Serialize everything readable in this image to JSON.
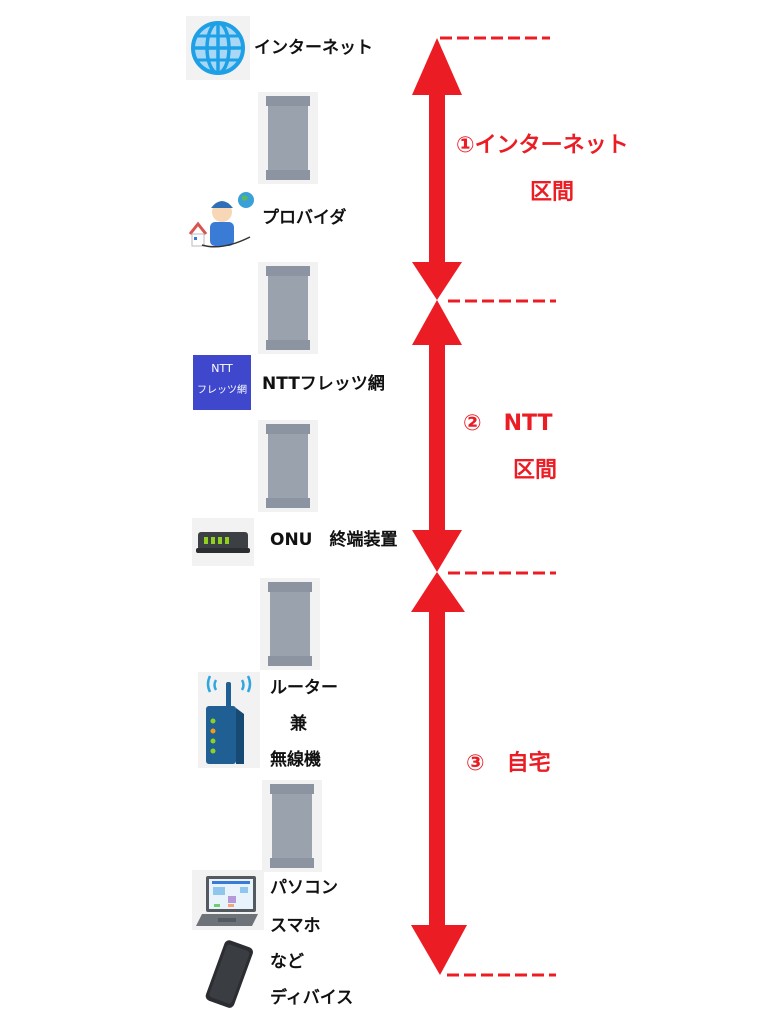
{
  "nodes": [
    {
      "id": "internet",
      "label": "インターネット",
      "icon": "globe-icon"
    },
    {
      "id": "provider",
      "label": "プロバイダ",
      "icon": "provider-worker-icon"
    },
    {
      "id": "ntt",
      "label": "NTTフレッツ網",
      "icon": "ntt-flets-icon",
      "icon_text_line1": "NTT",
      "icon_text_line2": "フレッツ網"
    },
    {
      "id": "onu",
      "label": "ONU　終端装置",
      "icon": "onu-device-icon"
    },
    {
      "id": "router",
      "label_lines": [
        "ルーター",
        "兼",
        "無線機"
      ],
      "icon": "wireless-router-icon"
    },
    {
      "id": "devices",
      "label_lines": [
        "パソコン",
        "スマホ",
        "など",
        "ディバイス"
      ],
      "icons": [
        "laptop-icon",
        "smartphone-icon"
      ]
    }
  ],
  "sections": [
    {
      "id": "internet-section",
      "line1": "①インターネット",
      "line2": "区間"
    },
    {
      "id": "ntt-section",
      "line1": "②　NTT",
      "line2": "区間"
    },
    {
      "id": "home-section",
      "line1": "③　自宅"
    }
  ],
  "colors": {
    "arrow": "#ec1c24",
    "section_text": "#ec1c24",
    "node_text": "#111111",
    "cable": "#9aa3ad",
    "ntt_box": "#3f48cc",
    "globe": "#1ea0e6"
  }
}
